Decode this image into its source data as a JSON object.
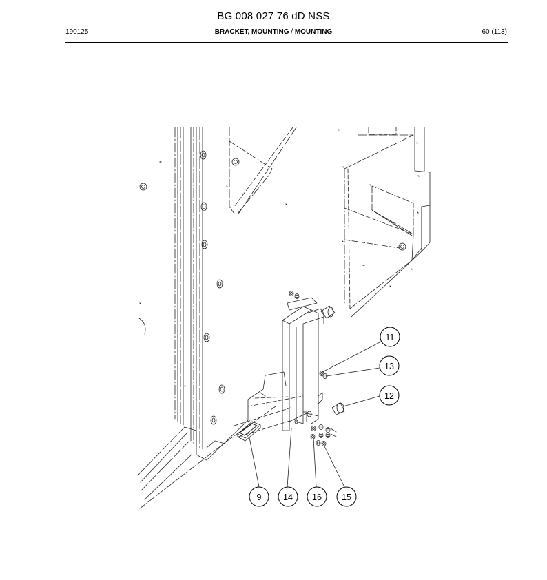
{
  "header": {
    "document_number": "BG 008 027 76 dD NSS",
    "code": "190125",
    "title_part1": "BRACKET, MOUNTING",
    "title_separator": " / ",
    "title_part2": "MOUNTING",
    "page": "60 (113)"
  },
  "callouts": {
    "c9": "9",
    "c11": "11",
    "c12": "12",
    "c13": "13",
    "c14": "14",
    "c15": "15",
    "c16": "16"
  }
}
